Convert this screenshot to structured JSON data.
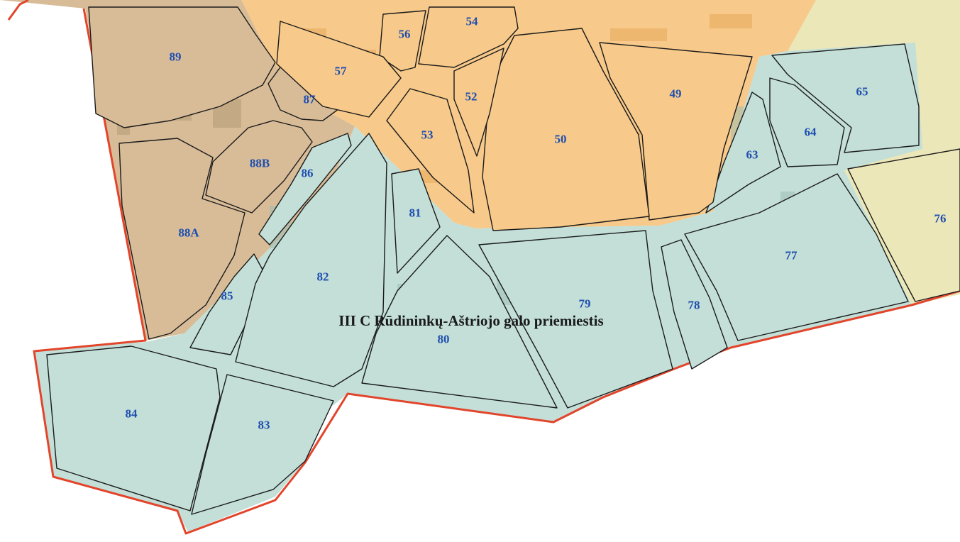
{
  "map": {
    "district_label": "III C Rūdininkų-Aštriojo galo priemiestis",
    "colors": {
      "background": "#ffffff",
      "old_town_zone": "#f7c98a",
      "brown_zone": "#d8bc98",
      "teal_zone": "#c3dfd7",
      "yellow_zone": "#ece7b9",
      "boundary": "#e2452b",
      "block_outline": "#1b1b1b",
      "label_text": "#1f4fb0"
    },
    "blocks": [
      {
        "id": "89",
        "label": "89",
        "zone": "brown"
      },
      {
        "id": "88A",
        "label": "88A",
        "zone": "brown"
      },
      {
        "id": "88B",
        "label": "88B",
        "zone": "brown"
      },
      {
        "id": "87",
        "label": "87",
        "zone": "brown"
      },
      {
        "id": "86",
        "label": "86",
        "zone": "teal"
      },
      {
        "id": "85",
        "label": "85",
        "zone": "teal"
      },
      {
        "id": "84",
        "label": "84",
        "zone": "teal"
      },
      {
        "id": "83",
        "label": "83",
        "zone": "teal"
      },
      {
        "id": "82",
        "label": "82",
        "zone": "teal"
      },
      {
        "id": "81",
        "label": "81",
        "zone": "teal"
      },
      {
        "id": "80",
        "label": "80",
        "zone": "teal"
      },
      {
        "id": "79",
        "label": "79",
        "zone": "teal"
      },
      {
        "id": "78",
        "label": "78",
        "zone": "teal"
      },
      {
        "id": "77",
        "label": "77",
        "zone": "teal"
      },
      {
        "id": "76",
        "label": "76",
        "zone": "yellow"
      },
      {
        "id": "65",
        "label": "65",
        "zone": "teal"
      },
      {
        "id": "64",
        "label": "64",
        "zone": "teal"
      },
      {
        "id": "63",
        "label": "63",
        "zone": "teal"
      },
      {
        "id": "57",
        "label": "57",
        "zone": "old_town"
      },
      {
        "id": "56",
        "label": "56",
        "zone": "old_town"
      },
      {
        "id": "54",
        "label": "54",
        "zone": "old_town"
      },
      {
        "id": "53",
        "label": "53",
        "zone": "old_town"
      },
      {
        "id": "52",
        "label": "52",
        "zone": "old_town"
      },
      {
        "id": "50",
        "label": "50",
        "zone": "old_town"
      },
      {
        "id": "49",
        "label": "49",
        "zone": "old_town"
      }
    ]
  }
}
